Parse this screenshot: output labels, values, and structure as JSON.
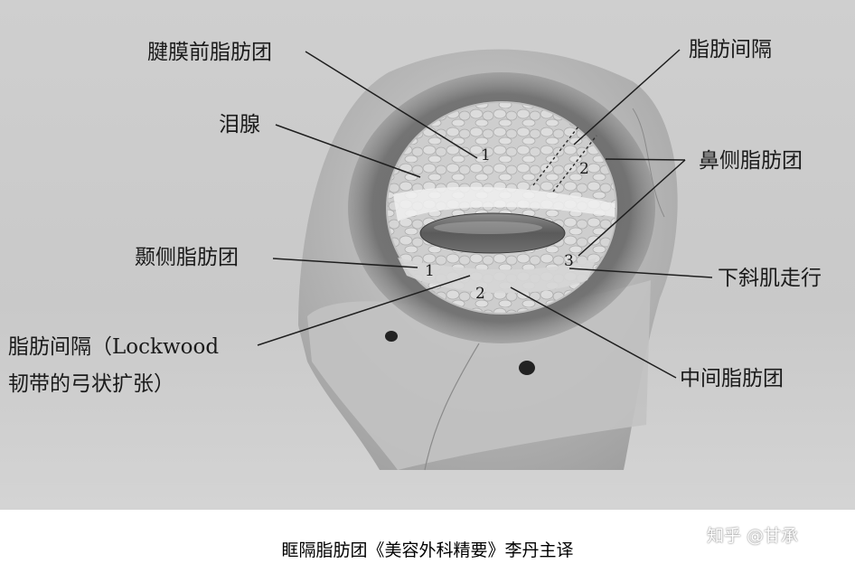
{
  "labels": {
    "preaponeurotic_fat": "腱膜前脂肪团",
    "lacrimal_gland": "泪腺",
    "temporal_fat": "颞侧脂肪团",
    "septum_lockwood_line1": "脂肪间隔（Lockwood",
    "septum_lockwood_line2": "韧带的弓状扩张）",
    "septum_upper": "脂肪间隔",
    "nasal_fat": "鼻侧脂肪团",
    "inferior_oblique": "下斜肌走行",
    "central_fat": "中间脂肪团"
  },
  "numbers": {
    "n1_upper": "1",
    "n2_upper": "2",
    "n3": "3",
    "n1_lower": "1",
    "n2_lower": "2"
  },
  "caption": "眶隔脂肪团《美容外科精要》李丹主译",
  "watermark": "知乎 @甘承",
  "colors": {
    "background": "#cfcfcf",
    "line": "#1e1e1e",
    "text": "#1b1b1b"
  }
}
